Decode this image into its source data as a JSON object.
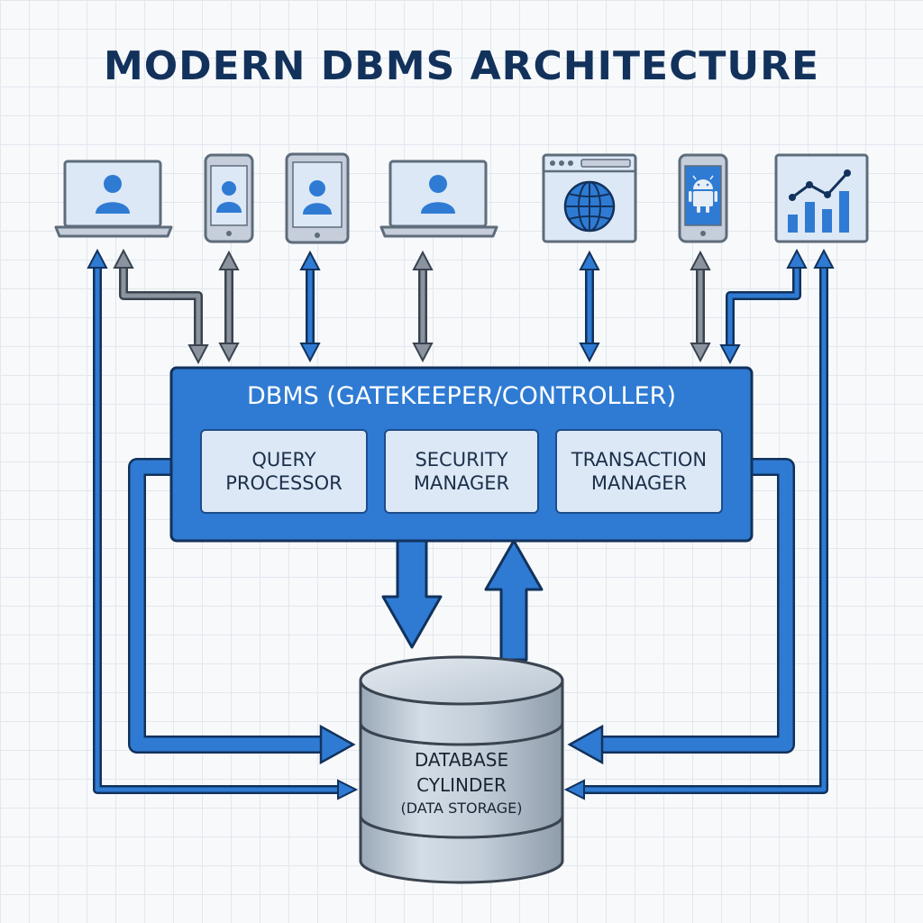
{
  "title": "MODERN DBMS ARCHITECTURE",
  "clients": [
    {
      "name": "laptop-client-1",
      "kind": "laptop",
      "icon": "user-icon"
    },
    {
      "name": "phone-client-1",
      "kind": "phone",
      "icon": "user-icon"
    },
    {
      "name": "tablet-client",
      "kind": "tablet",
      "icon": "user-icon"
    },
    {
      "name": "laptop-client-2",
      "kind": "laptop",
      "icon": "user-icon"
    },
    {
      "name": "web-browser-client",
      "kind": "browser",
      "icon": "globe-icon"
    },
    {
      "name": "android-phone-client",
      "kind": "phone",
      "icon": "android-icon"
    },
    {
      "name": "analytics-dashboard-client",
      "kind": "monitor",
      "icon": "chart-icon"
    }
  ],
  "dbms": {
    "title": "DBMS (GATEKEEPER/CONTROLLER)",
    "modules": [
      {
        "line1": "QUERY",
        "line2": "PROCESSOR"
      },
      {
        "line1": "SECURITY",
        "line2": "MANAGER"
      },
      {
        "line1": "TRANSACTION",
        "line2": "MANAGER"
      }
    ]
  },
  "database": {
    "line1": "DATABASE",
    "line2": "CYLINDER",
    "line3": "(DATA STORAGE)"
  },
  "colors": {
    "accent": "#2f7bd3",
    "navy": "#12325c",
    "gray": "#8b949e",
    "module_fill": "#dce8f6",
    "cylinder": "#b8c4d0"
  }
}
